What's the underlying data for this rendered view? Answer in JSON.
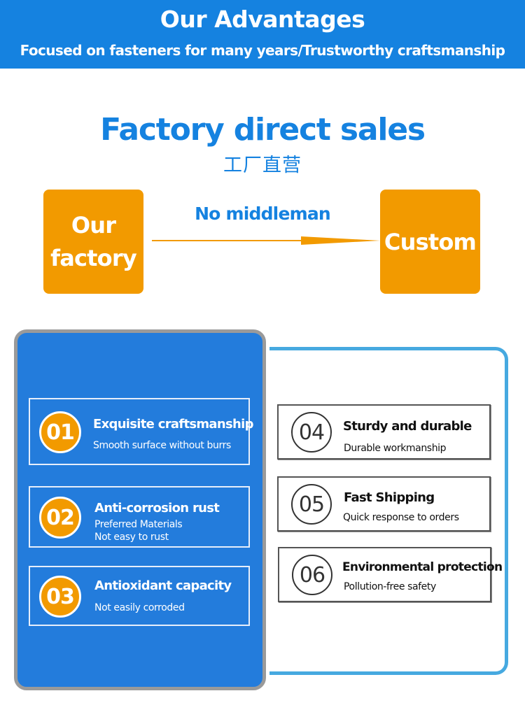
{
  "banner": {
    "title": "Our Advantages",
    "subtitle": "Focused on fasteners for many years/Trustworthy craftsmanship"
  },
  "headline": {
    "title": "Factory direct sales",
    "subtitle_cn": "工厂直营"
  },
  "flow": {
    "from_line1": "Our",
    "from_line2": "factory",
    "label": "No middleman",
    "to": "Custom"
  },
  "colors": {
    "brand_blue": "#1582e0",
    "panel_blue": "#237cdc",
    "accent_orange": "#f29a00",
    "frame_cyan": "#46a9e0"
  },
  "advantages_left": [
    {
      "number": "01",
      "title": "Exquisite craftsmanship",
      "lines": [
        "Smooth surface without burrs"
      ]
    },
    {
      "number": "02",
      "title": "Anti-corrosion rust",
      "lines": [
        "Preferred Materials",
        "Not easy to rust"
      ]
    },
    {
      "number": "03",
      "title": "Antioxidant capacity",
      "lines": [
        "Not easily corroded"
      ]
    }
  ],
  "advantages_right": [
    {
      "number": "04",
      "title": "Sturdy and durable",
      "lines": [
        "Durable workmanship"
      ]
    },
    {
      "number": "05",
      "title": "Fast Shipping",
      "lines": [
        "Quick response to orders"
      ]
    },
    {
      "number": "06",
      "title": "Environmental protection",
      "lines": [
        "Pollution-free safety"
      ]
    }
  ]
}
